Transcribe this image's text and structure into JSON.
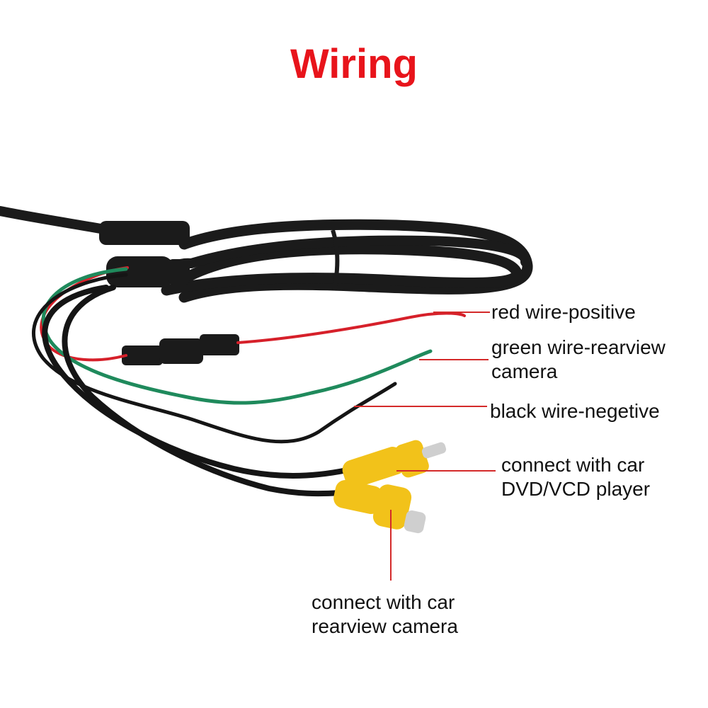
{
  "title": "Wiring",
  "labels": {
    "red_wire": "red wire-positive",
    "green_wire_line1": "green wire-rearview",
    "green_wire_line2": "camera",
    "black_wire": "black wire-negetive",
    "dvd_line1": "connect with car",
    "dvd_line2": "DVD/VCD player",
    "camera_line1": "connect with car",
    "camera_line2": "rearview camera"
  },
  "colors": {
    "title": "#e8141b",
    "leader_line": "#d42a2a",
    "cable": "#1b1b1b",
    "red_wire": "#d6202a",
    "green_wire": "#1f8a5c",
    "black_wire": "#151515",
    "rca_yellow": "#f2c21a",
    "rca_metal": "#cfcfcf"
  }
}
